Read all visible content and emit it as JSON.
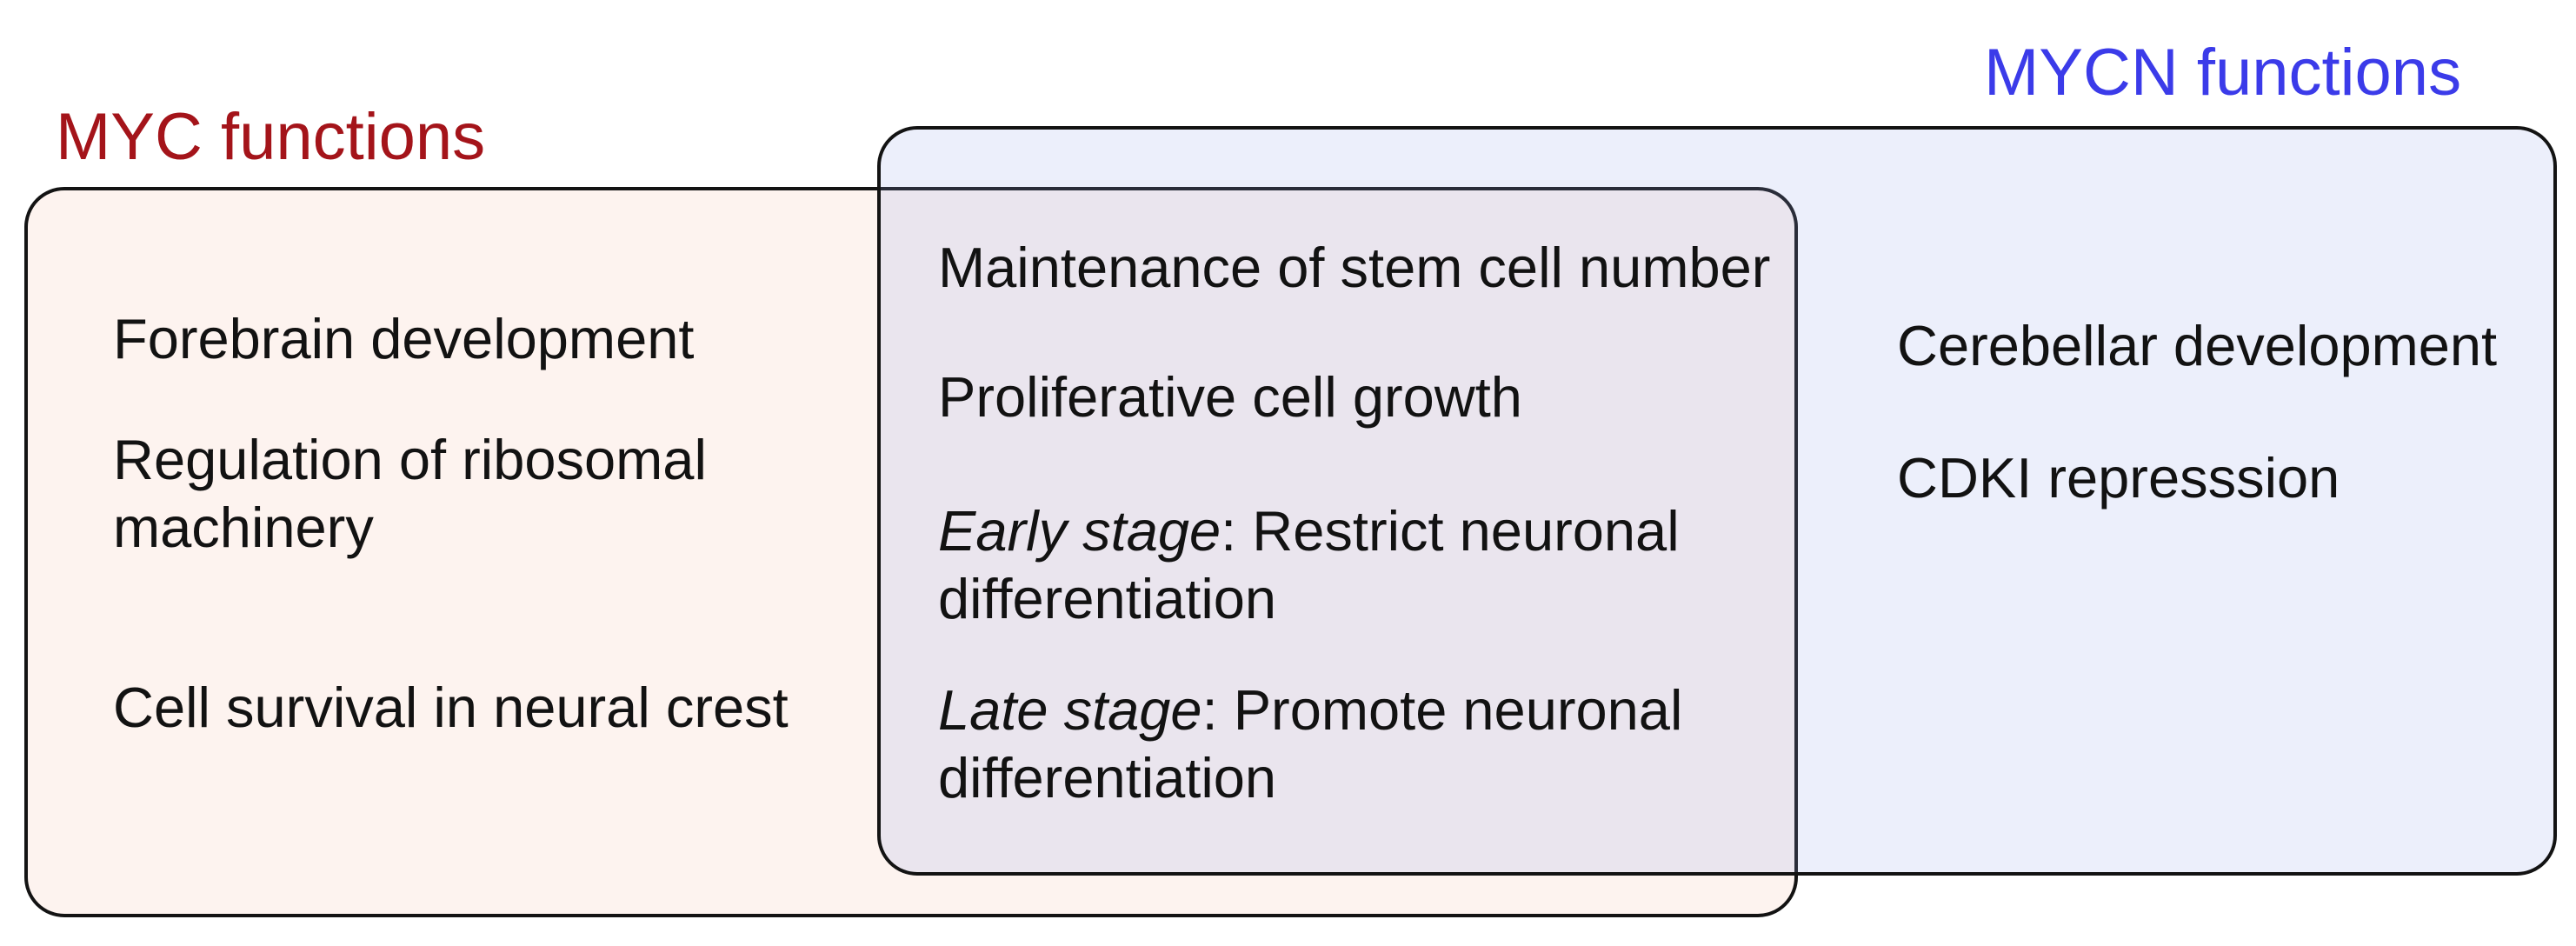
{
  "titles": {
    "myc": "MYC functions",
    "mycn": "MYCN functions"
  },
  "myc_only": {
    "item1": "Forebrain development",
    "item2": "Regulation of ribosomal machinery",
    "item3": "Cell survival in neural crest"
  },
  "shared": {
    "item1": "Maintenance of stem cell number",
    "item2": "Proliferative cell growth",
    "item3_prefix": "Early stage",
    "item3_rest": ": Restrict neuronal differentiation",
    "item4_prefix": "Late stage",
    "item4_rest": ": Promote neuronal differentiation"
  },
  "mycn_only": {
    "item1": "Cerebellar development",
    "item2": "CDKI represssion"
  },
  "colors": {
    "myc_title": "#a4141a",
    "mycn_title": "#3b3be9",
    "myc_fill": "rgba(242,184,162,0.17)",
    "mycn_fill": "rgba(148,168,234,0.18)",
    "border": "#131313",
    "text": "#121212"
  }
}
